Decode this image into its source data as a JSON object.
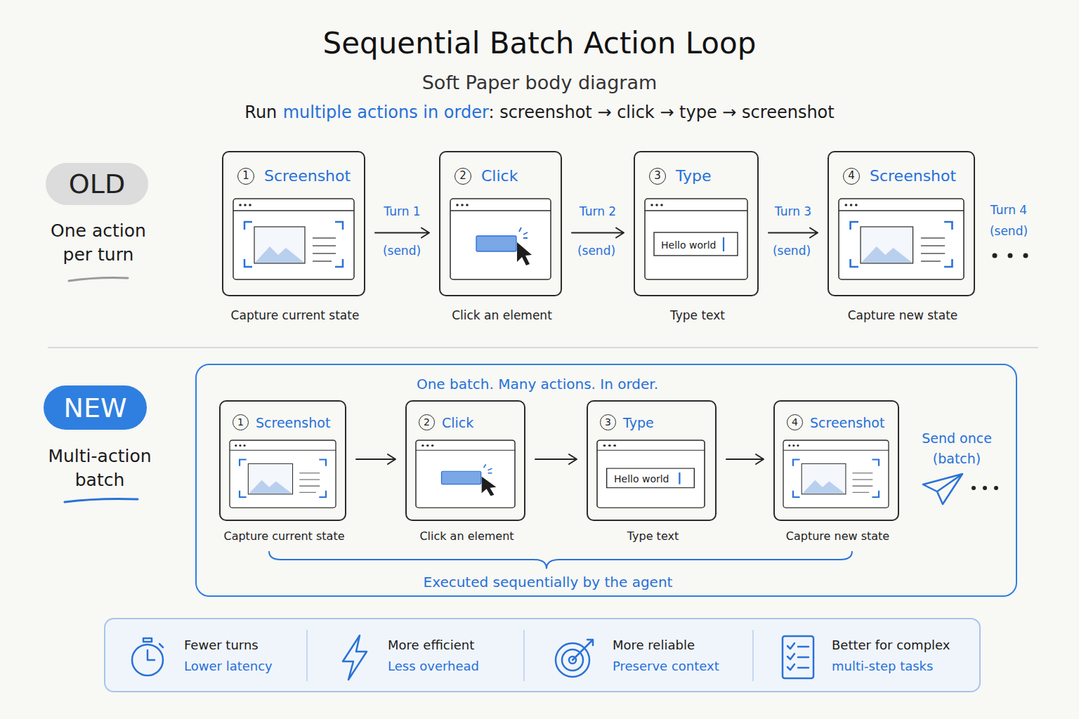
{
  "diagram": {
    "title": "Sequential Batch Action Loop",
    "nodes": [
      {
        "text": [
          "OLD"
        ]
      },
      {
        "text": [
          "1",
          "Screenshot",
          "Capture current state"
        ]
      },
      {
        "text": [
          "2",
          "Click",
          "Click an element"
        ]
      },
      {
        "text": [
          "3",
          "Type",
          "Hello world",
          "Type text"
        ]
      },
      {
        "text": [
          "4",
          "Screenshot",
          "Capture new state"
        ]
      },
      {
        "text": [
          "NEW"
        ]
      },
      {
        "text": [
          "One batch. Many actions. In order.",
          "Send once (batch)",
          "Executed sequentially by the agent"
        ]
      },
      {
        "text": [
          "1",
          "Screenshot",
          "Capture current state"
        ],
        "in": 6
      },
      {
        "text": [
          "2",
          "Click",
          "Click an element"
        ],
        "in": 6
      },
      {
        "text": [
          "3",
          "Type",
          "Hello world",
          "Type text"
        ],
        "in": 6
      },
      {
        "text": [
          "4",
          "Screenshot",
          "Capture new state"
        ],
        "in": 6
      },
      {
        "text": [
          "Fewer turns",
          "Lower latency",
          "More efficient",
          "Less overhead",
          "More reliable",
          "Preserve context",
          "Better for complex",
          "multi-step tasks"
        ]
      }
    ],
    "edges": [
      {
        "from": 1,
        "to": 2,
        "arrow": "to",
        "label": "Turn 1"
      },
      {
        "from": 2,
        "to": 3,
        "arrow": "to",
        "label": "Turn 2"
      },
      {
        "from": 3,
        "to": 4,
        "arrow": "to",
        "label": "Turn 3"
      },
      {
        "from": 7,
        "to": 8,
        "arrow": "to"
      },
      {
        "from": 8,
        "to": 9,
        "arrow": "to"
      },
      {
        "from": 9,
        "to": 10,
        "arrow": "to"
      }
    ],
    "labels": [
      "Soft Paper body diagram",
      "Run",
      "multiple actions in order",
      ": screenshot → click → type → screenshot",
      "One action per turn",
      "(send)",
      "(send)",
      "(send)",
      "Turn 4",
      "(send)",
      "Multi-action batch"
    ]
  }
}
